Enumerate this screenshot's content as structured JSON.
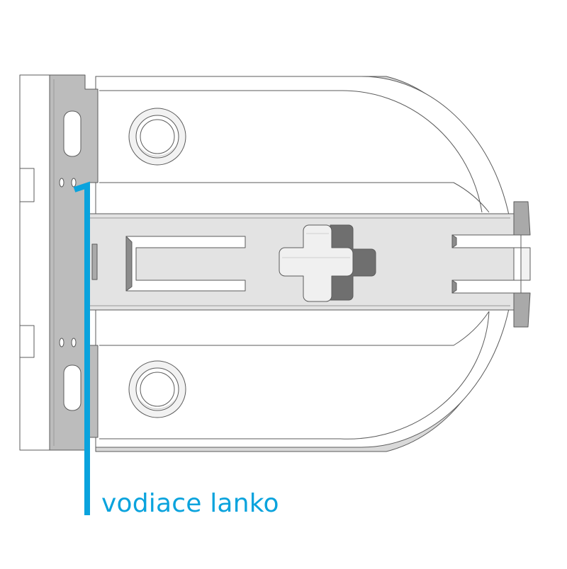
{
  "diagram": {
    "caption": "vodiace lanko",
    "accent_color": "#0aa3dd",
    "parts": [
      "mounting-plate",
      "bracket-body",
      "guide-rail",
      "cross-knob",
      "guide-wire"
    ]
  }
}
